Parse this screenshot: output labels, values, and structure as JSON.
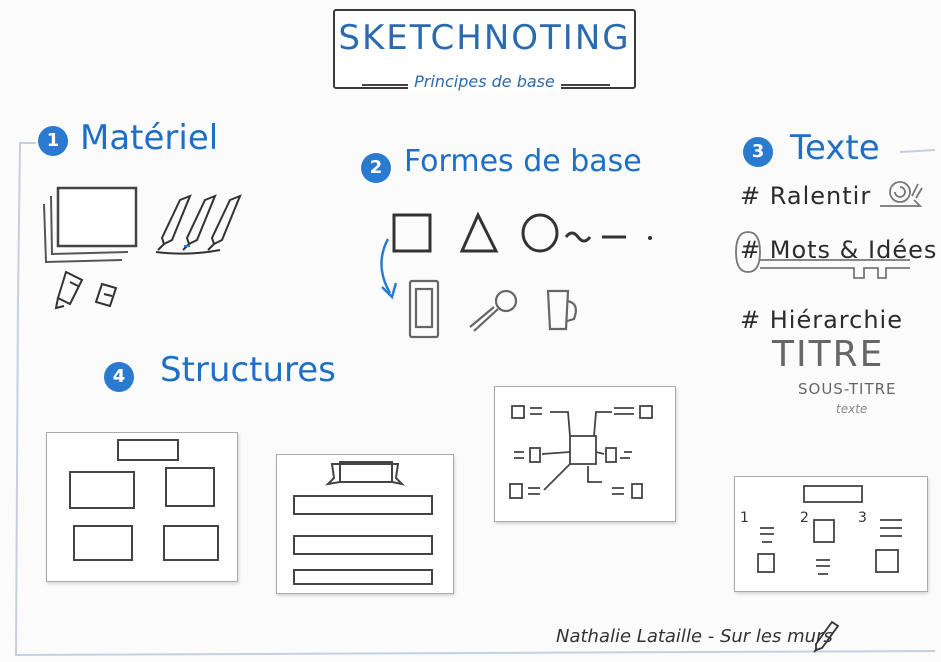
{
  "title": {
    "main": "SKETCHNOTING",
    "sub": "Principes de base"
  },
  "sections": [
    {
      "number": "1",
      "heading": "Matériel"
    },
    {
      "number": "2",
      "heading": "Formes de base"
    },
    {
      "number": "3",
      "heading": "Texte"
    },
    {
      "number": "4",
      "heading": "Structures"
    }
  ],
  "texte": {
    "items": [
      "# Ralentir",
      "# Mots & Idées",
      "# Hiérarchie"
    ],
    "hierarchy": {
      "titre": "TITRE",
      "sous_titre": "SOUS-TITRE",
      "texte": "texte"
    }
  },
  "structure_labels": [
    "1",
    "2",
    "3"
  ],
  "signature": "Nathalie Lataille - Sur les murs",
  "colors": {
    "accent": "#1f6fc7",
    "badge": "#2a7bd0",
    "ink": "#333333",
    "frame": "#c9d3e6"
  },
  "icons": [
    "paper-stack-icon",
    "pens-icon",
    "sharpener-icon",
    "eraser-icon",
    "square-icon",
    "triangle-icon",
    "circle-icon",
    "wave-icon",
    "dash-icon",
    "dot-icon",
    "curved-arrow-icon",
    "phone-icon",
    "magnifier-icon",
    "mug-icon",
    "snail-icon",
    "key-icon",
    "pencil-icon"
  ]
}
